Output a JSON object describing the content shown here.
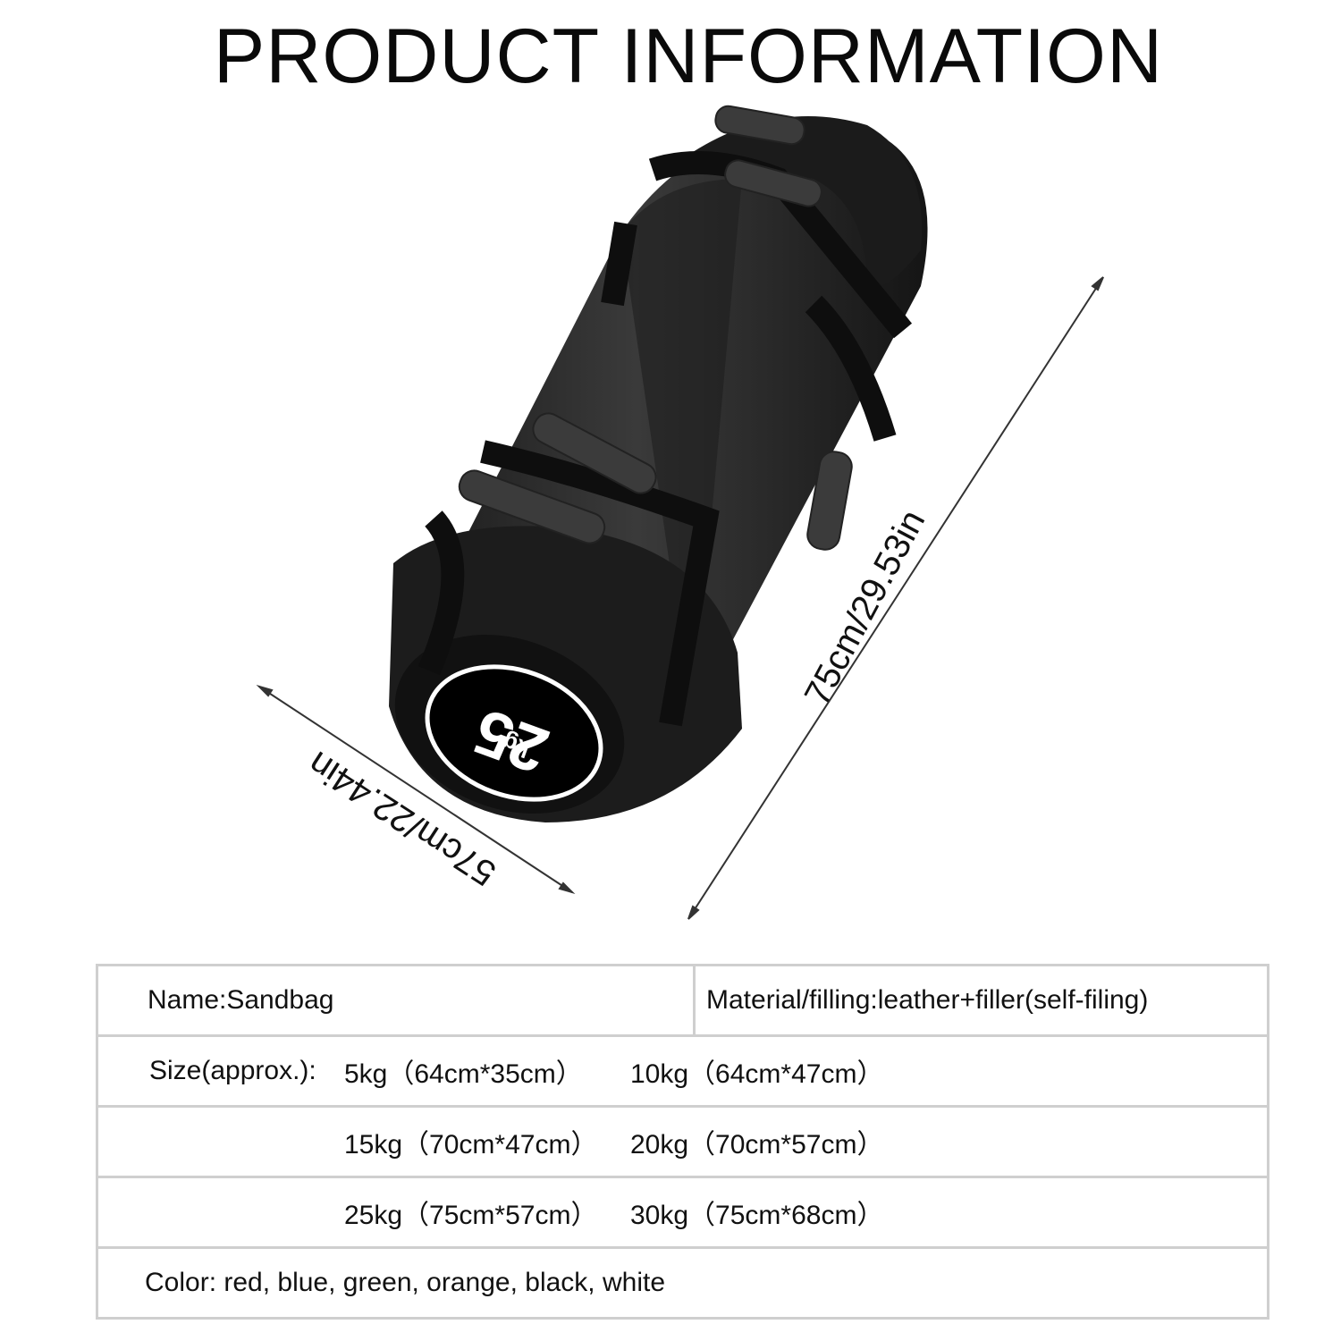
{
  "page": {
    "title": "PRODUCT INFORMATION"
  },
  "dimensions": {
    "length": "75cm/29.53in",
    "width": "57cm/22.44in"
  },
  "product_label": {
    "weight_number": "25",
    "weight_unit": "kg"
  },
  "specs": {
    "name": "Name:Sandbag",
    "material": "Material/filling:leather+filler(self-filing)",
    "size_label": "Size(approx.):",
    "sizes": [
      [
        "5kg（64cm*35cm）",
        "10kg（64cm*47cm）"
      ],
      [
        "15kg（70cm*47cm）",
        "20kg（70cm*57cm）"
      ],
      [
        "25kg（75cm*57cm）",
        "30kg（75cm*68cm）"
      ]
    ],
    "color": "Color: red, blue, green, orange, black, white"
  },
  "colors": {
    "bag_body": "#2a2a2a",
    "bag_dark": "#141414",
    "handle": "#3a3a3a",
    "table_border": "#cfcfcf"
  }
}
